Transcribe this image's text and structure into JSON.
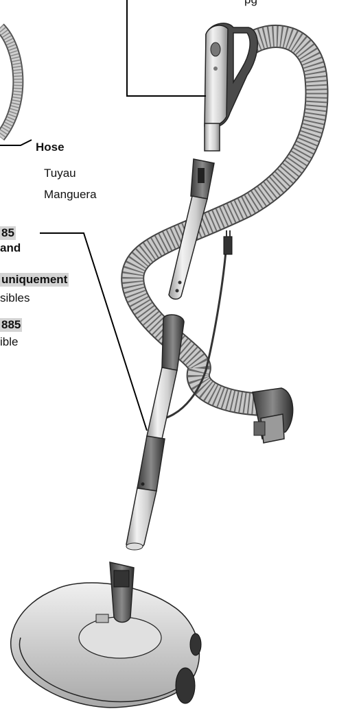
{
  "labels": {
    "top_partial": "pg",
    "hose_en": "Hose",
    "hose_fr": "Tuyau",
    "hose_es": "Manguera",
    "wand_code_1": "85",
    "wand_en": "and",
    "wand_fr_note": "uniquement",
    "wand_fr_note2": "sibles",
    "wand_code_2": "885",
    "wand_es_note": "ible"
  }
}
